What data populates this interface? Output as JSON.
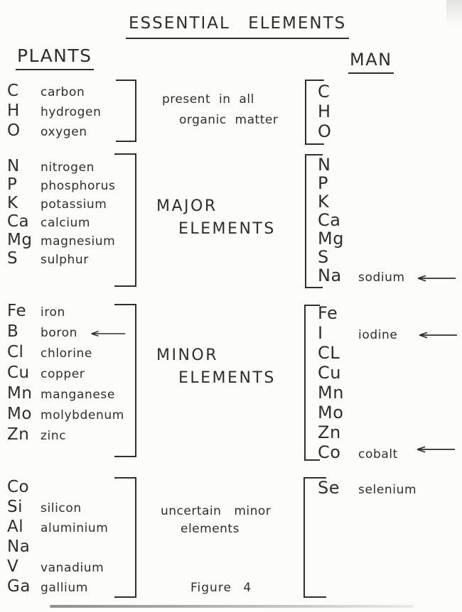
{
  "title": "ESSENTIAL ELEMENTS",
  "plants_header": "PLANTS",
  "man_header": "MAN",
  "figure_caption": "Figure 4",
  "ink_color": "#2e2e2e",
  "paper_color": "#fcfcfa",
  "groups": [
    {
      "name": "organic",
      "center_label": [
        "present in all",
        "organic matter"
      ],
      "plants": [
        {
          "symbol": "C",
          "name": "carbon"
        },
        {
          "symbol": "H",
          "name": "hydrogen"
        },
        {
          "symbol": "O",
          "name": "oxygen"
        }
      ],
      "man": [
        {
          "symbol": "C"
        },
        {
          "symbol": "H"
        },
        {
          "symbol": "O"
        }
      ]
    },
    {
      "name": "major",
      "center_label": [
        "MAJOR",
        "ELEMENTS"
      ],
      "plants": [
        {
          "symbol": "N",
          "name": "nitrogen"
        },
        {
          "symbol": "P",
          "name": "phosphorus"
        },
        {
          "symbol": "K",
          "name": "potassium"
        },
        {
          "symbol": "Ca",
          "name": "calcium"
        },
        {
          "symbol": "Mg",
          "name": "magnesium"
        },
        {
          "symbol": "S",
          "name": "sulphur"
        }
      ],
      "man": [
        {
          "symbol": "N"
        },
        {
          "symbol": "P"
        },
        {
          "symbol": "K"
        },
        {
          "symbol": "Ca"
        },
        {
          "symbol": "Mg"
        },
        {
          "symbol": "S"
        },
        {
          "symbol": "Na",
          "name": "sodium",
          "arrow": true
        }
      ]
    },
    {
      "name": "minor",
      "center_label": [
        "MINOR",
        "ELEMENTS"
      ],
      "plants": [
        {
          "symbol": "Fe",
          "name": "iron"
        },
        {
          "symbol": "B",
          "name": "boron",
          "arrow": true
        },
        {
          "symbol": "Cl",
          "name": "chlorine"
        },
        {
          "symbol": "Cu",
          "name": "copper"
        },
        {
          "symbol": "Mn",
          "name": "manganese"
        },
        {
          "symbol": "Mo",
          "name": "molybdenum"
        },
        {
          "symbol": "Zn",
          "name": "zinc"
        }
      ],
      "man": [
        {
          "symbol": "Fe"
        },
        {
          "symbol": "I",
          "name": "iodine",
          "arrow": true
        },
        {
          "symbol": "CL"
        },
        {
          "symbol": "Cu"
        },
        {
          "symbol": "Mn"
        },
        {
          "symbol": "Mo"
        },
        {
          "symbol": "Zn"
        },
        {
          "symbol": "Co",
          "name": "cobalt",
          "arrow": true
        }
      ]
    },
    {
      "name": "uncertain",
      "center_label": [
        "uncertain minor",
        "elements"
      ],
      "plants": [
        {
          "symbol": "Co"
        },
        {
          "symbol": "Si",
          "name": "silicon"
        },
        {
          "symbol": "Al",
          "name": "aluminium"
        },
        {
          "symbol": "Na"
        },
        {
          "symbol": "V",
          "name": "vanadium"
        },
        {
          "symbol": "Ga",
          "name": "gallium"
        }
      ],
      "man": [
        {
          "symbol": "Se",
          "name": "selenium"
        }
      ]
    }
  ]
}
